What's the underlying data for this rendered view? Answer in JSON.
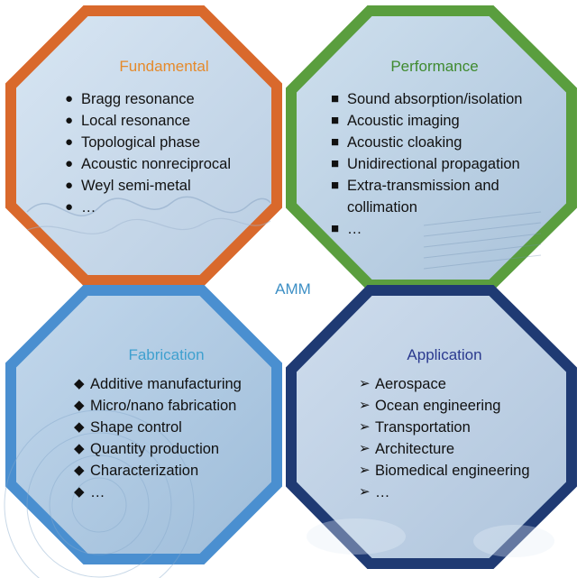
{
  "center_label": "AMM",
  "colors": {
    "fundamental_border": "#d9692c",
    "performance_border": "#5a9e3e",
    "fabrication_border": "#4a8fd0",
    "application_border": "#1f3a73",
    "fundamental_title": "#e58a2b",
    "performance_title": "#3f8a2f",
    "fabrication_title": "#3fa0cf",
    "application_title": "#2b3a8f",
    "center_label": "#3d8fc5"
  },
  "panels": [
    {
      "id": "fundamental",
      "title": "Fundamental",
      "bullet": "●",
      "items": [
        "Bragg resonance",
        "Local resonance",
        "Topological phase",
        "Acoustic nonreciprocal",
        "Weyl semi-metal",
        "…"
      ]
    },
    {
      "id": "performance",
      "title": "Performance",
      "bullet": "■",
      "items": [
        "Sound absorption/isolation",
        "Acoustic imaging",
        "Acoustic cloaking",
        "Unidirectional propagation",
        "Extra-transmission and",
        "collimation",
        "…"
      ]
    },
    {
      "id": "fabrication",
      "title": "Fabrication",
      "bullet": "◆",
      "items": [
        "Additive manufacturing",
        "Micro/nano fabrication",
        "Shape control",
        "Quantity production",
        "Characterization",
        "…"
      ]
    },
    {
      "id": "application",
      "title": "Application",
      "bullet": "➢",
      "items": [
        "Aerospace",
        "Ocean engineering",
        "Transportation",
        "Architecture",
        "Biomedical engineering",
        "…"
      ]
    }
  ]
}
